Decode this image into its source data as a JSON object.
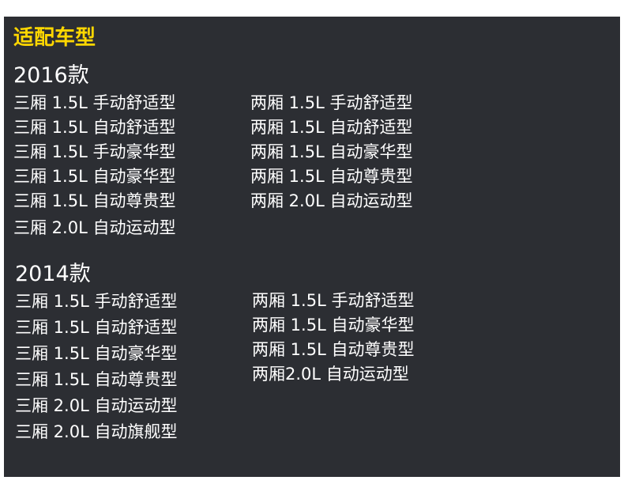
{
  "title": "适配车型",
  "sections": [
    {
      "year": "2016款",
      "left": [
        "三厢 1.5L 手动舒适型",
        "三厢 1.5L 自动舒适型",
        "三厢 1.5L 手动豪华型",
        "三厢 1.5L 自动豪华型",
        "三厢 1.5L 自动尊贵型",
        "三厢 2.0L 自动运动型"
      ],
      "right": [
        "两厢 1.5L 手动舒适型",
        "两厢 1.5L 自动舒适型",
        "两厢 1.5L 自动豪华型",
        "两厢 1.5L 自动尊贵型",
        "两厢 2.0L 自动运动型"
      ]
    },
    {
      "year": "2014款",
      "left": [
        "三厢 1.5L 手动舒适型",
        "三厢 1.5L 自动舒适型",
        "三厢 1.5L 自动豪华型",
        "三厢 1.5L 自动尊贵型",
        "三厢 2.0L 自动运动型",
        "三厢 2.0L 自动旗舰型"
      ],
      "right": [
        "两厢 1.5L 手动舒适型",
        "两厢 1.5L 自动豪华型",
        "两厢 1.5L 自动尊贵型",
        "两厢2.0L 自动运动型"
      ]
    }
  ]
}
